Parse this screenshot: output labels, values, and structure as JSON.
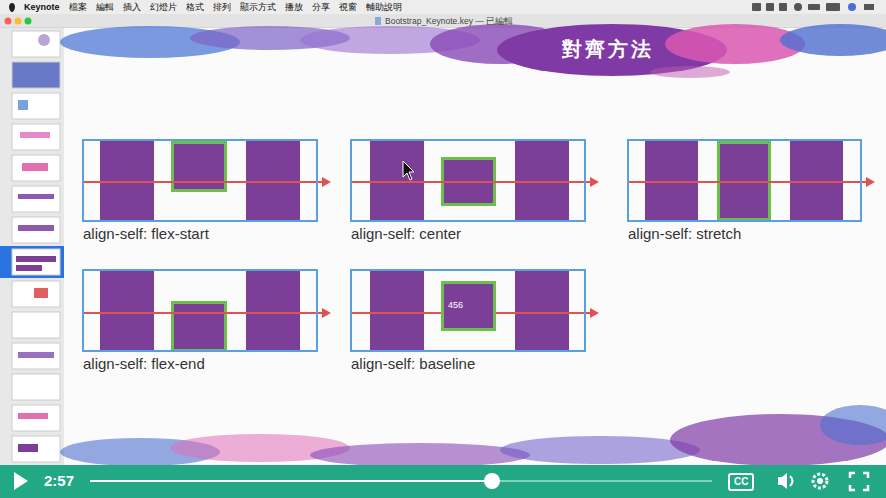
{
  "diagram": {
    "title": "對齊方法",
    "nodes": [
      {
        "text": [
          "align-self: flex-start"
        ]
      },
      {
        "text": [
          "align-self: center"
        ]
      },
      {
        "text": [
          "align-self: stretch"
        ]
      },
      {
        "text": [
          "align-self: flex-end"
        ]
      },
      {
        "text": [
          "align-self: baseline"
        ]
      },
      {
        "text": [
          "456"
        ],
        "in": 4
      }
    ],
    "labels": [
      "Keynote",
      "檔案",
      "編輯",
      "插入",
      "幻燈片",
      "格式",
      "排列",
      "顯示方式",
      "播放",
      "分享",
      "視窗",
      "輔助說明",
      "Bootstrap_Keynote.key — 已編輯",
      "2:57",
      "CC"
    ]
  }
}
